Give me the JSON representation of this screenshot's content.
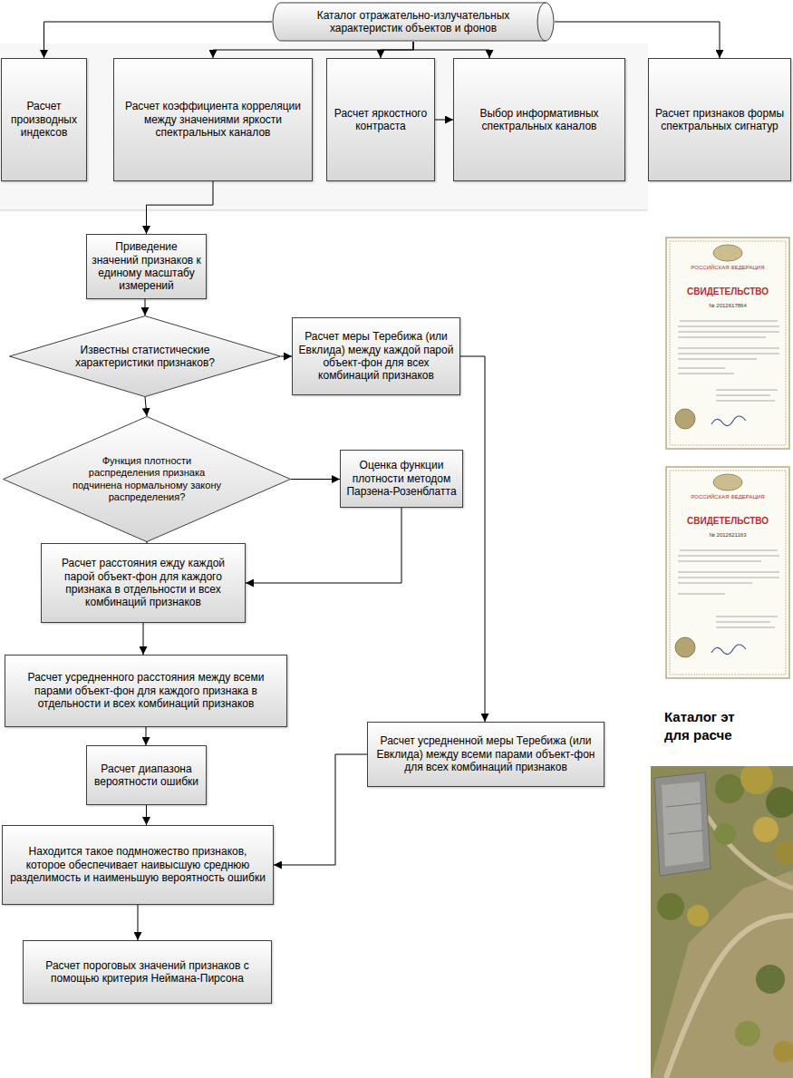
{
  "diagram": {
    "nodes": [
      {
        "text": [
          "Каталог отражательно-излучательных характеристик объектов и фонов"
        ]
      },
      {
        "text": [
          "Расчет производных индексов"
        ]
      },
      {
        "text": [
          "Расчет коэффициента корреляции между значениями яркости спектральных каналов"
        ]
      },
      {
        "text": [
          "Расчет яркостного контраста"
        ]
      },
      {
        "text": [
          "Выбор информативных спектральных каналов"
        ]
      },
      {
        "text": [
          "Расчет признаков формы спектральных сигнатур"
        ]
      },
      {
        "text": [
          "Приведение значений признаков к единому масштабу измерений"
        ]
      },
      {
        "text": [
          "Известны статистические характеристики признаков?"
        ]
      },
      {
        "text": [
          "Расчет меры Теребижа (или Евклида) между каждой парой объект-фон для всех комбинаций признаков"
        ]
      },
      {
        "text": [
          "Функция плотности распределения признака подчинена нормальному закону распределения?"
        ]
      },
      {
        "text": [
          "Оценка функции плотности методом Парзена-Розенблатта"
        ]
      },
      {
        "text": [
          "Расчет расстояния ежду каждой парой объект-фон для каждого признака в отдельности и всех комбинаций признаков"
        ]
      },
      {
        "text": [
          "Расчет усредненного расстояния между всеми парами объект-фон для каждого признака в отдельности и всех комбинаций признаков"
        ]
      },
      {
        "text": [
          "Расчет усредненной меры Теребижа (или Евклида) между всеми парами объект-фон для всех комбинаций признаков"
        ]
      },
      {
        "text": [
          "Расчет диапазона вероятности ошибки"
        ]
      },
      {
        "text": [
          "Находится такое подмножество признаков, которое обеспечивает наивысшую среднюю разделимость и наименьшую вероятность ошибки"
        ]
      },
      {
        "text": [
          "Расчет пороговых значений признаков с помощью критерия Неймана-Пирсона"
        ]
      }
    ],
    "edges": [
      {
        "from": 0,
        "to": 1,
        "arrow": "to"
      },
      {
        "from": 0,
        "to": 2,
        "arrow": "to"
      },
      {
        "from": 0,
        "to": 3,
        "arrow": "to"
      },
      {
        "from": 0,
        "to": 4,
        "arrow": "to"
      },
      {
        "from": 0,
        "to": 5,
        "arrow": "to"
      },
      {
        "from": 3,
        "to": 4,
        "arrow": "to"
      },
      {
        "from": 2,
        "to": 6,
        "arrow": "to"
      },
      {
        "from": 6,
        "to": 7,
        "arrow": "to"
      },
      {
        "from": 7,
        "to": 8,
        "arrow": "to"
      },
      {
        "from": 7,
        "to": 9,
        "arrow": "to"
      },
      {
        "from": 9,
        "to": 10,
        "arrow": "to"
      },
      {
        "from": 9,
        "to": 11,
        "arrow": "to"
      },
      {
        "from": 10,
        "to": 11,
        "arrow": "to"
      },
      {
        "from": 8,
        "to": 13,
        "arrow": "to"
      },
      {
        "from": 11,
        "to": 12,
        "arrow": "to"
      },
      {
        "from": 12,
        "to": 14,
        "arrow": "to"
      },
      {
        "from": 14,
        "to": 15,
        "arrow": "to"
      },
      {
        "from": 13,
        "to": 15,
        "arrow": "to"
      },
      {
        "from": 15,
        "to": 16,
        "arrow": "to"
      }
    ],
    "labels": [
      "РОССИЙСКАЯ ФЕДЕРАЦИЯ",
      "СВИДЕТЕЛЬСТВО",
      "№ 2012617864",
      "РОССИЙСКАЯ ФЕДЕРАЦИЯ",
      "СВИДЕТЕЛЬСТВО",
      "№ 2012621163",
      "Каталог эт",
      "для расче"
    ]
  }
}
